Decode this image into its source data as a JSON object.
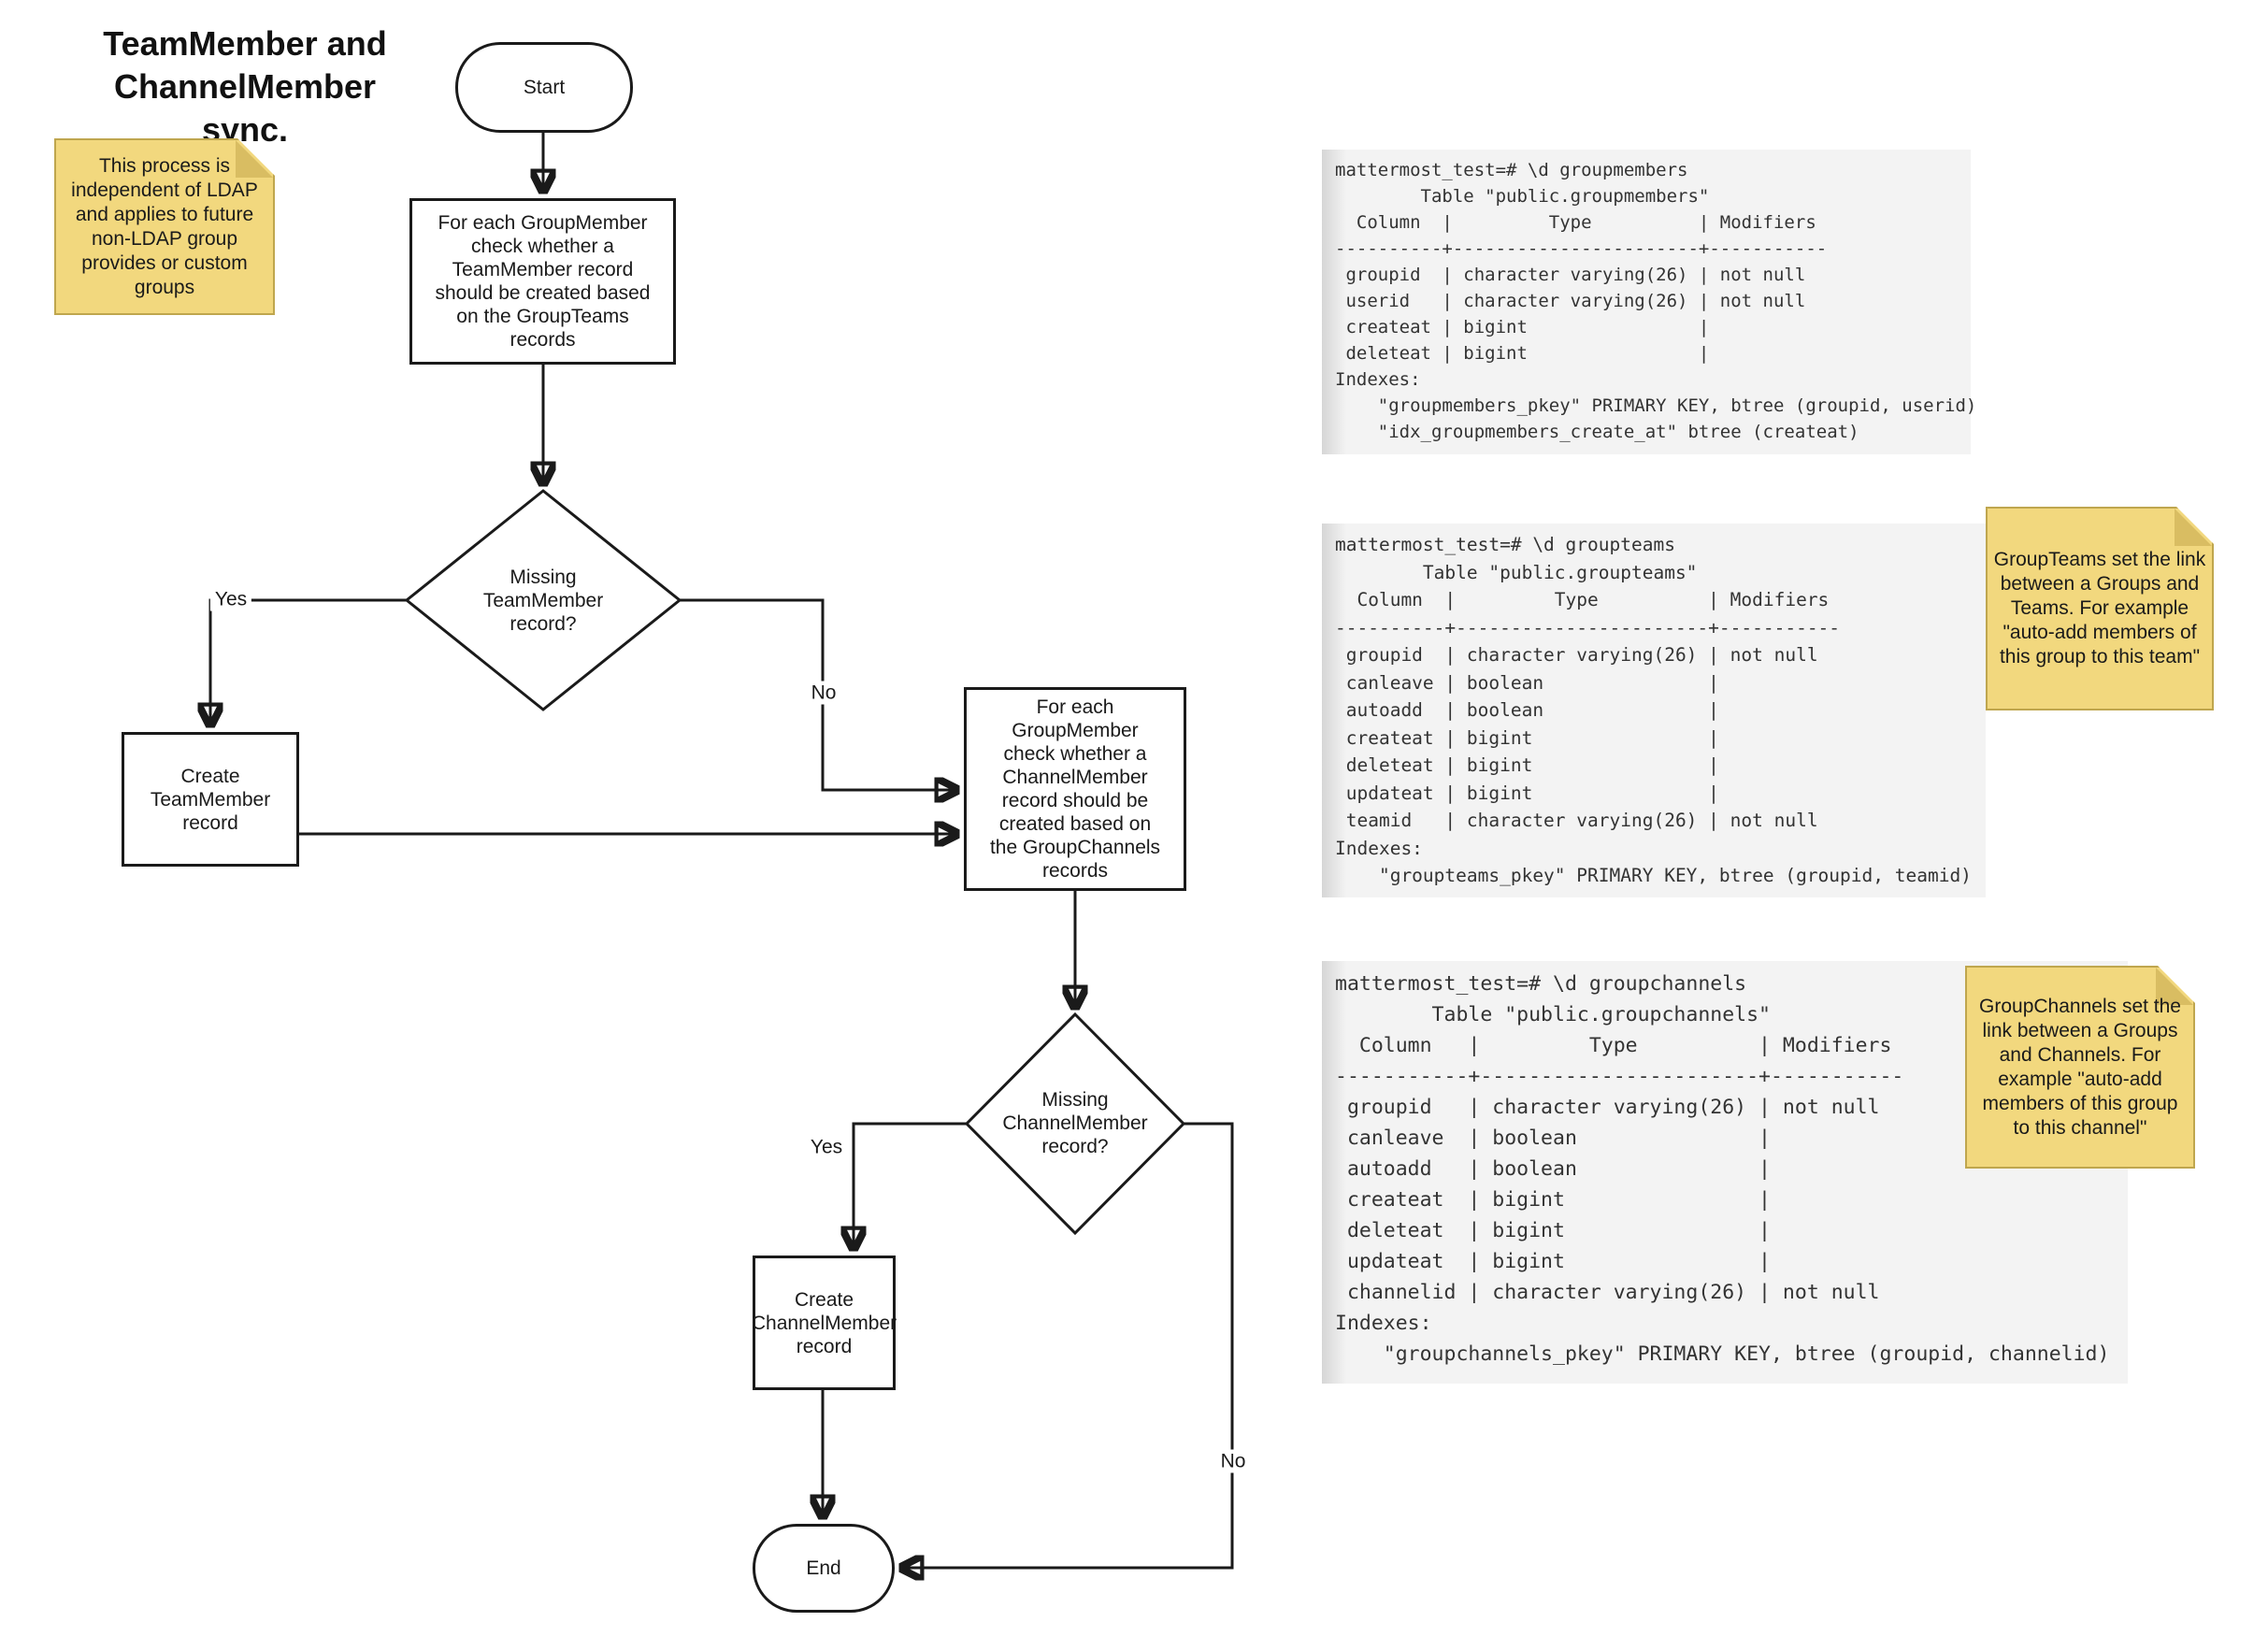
{
  "title": "TeamMember and ChannelMember sync.",
  "notes": {
    "process_note": "This process is independent of LDAP and applies to future non-LDAP group provides or custom groups",
    "groupteams_note": "GroupTeams set the link between a Groups and Teams. For example \"auto-add members of this group to this team\"",
    "groupchannels_note": "GroupChannels set the link between a Groups and Channels. For example \"auto-add members of this group to this channel\""
  },
  "flowchart": {
    "start_label": "Start",
    "end_label": "End",
    "check_teammember": "For each GroupMember check whether a TeamMember record should be created based on the GroupTeams records",
    "missing_teammember": "Missing TeamMember record?",
    "create_teammember": "Create TeamMember record",
    "check_channelmember": "For each GroupMember check whether a ChannelMember record should be created based on the GroupChannels records",
    "missing_channelmember": "Missing ChannelMember record?",
    "create_channelmember": "Create ChannelMember record",
    "labels": {
      "yes1": "Yes",
      "no1": "No",
      "yes2": "Yes",
      "no2": "No"
    }
  },
  "colors": {
    "note_fill": "#f2d87e",
    "note_fold": "#d9bd62",
    "line": "#1a1a1a",
    "code_bg": "#f3f3f3"
  },
  "code_blocks": {
    "groupmembers": {
      "lines": [
        "mattermost_test=# \\d groupmembers",
        "        Table \"public.groupmembers\"",
        "  Column  |         Type          | Modifiers",
        "----------+-----------------------+-----------",
        " groupid  | character varying(26) | not null",
        " userid   | character varying(26) | not null",
        " createat | bigint                |",
        " deleteat | bigint                |",
        "Indexes:",
        "    \"groupmembers_pkey\" PRIMARY KEY, btree (groupid, userid)",
        "    \"idx_groupmembers_create_at\" btree (createat)"
      ]
    },
    "groupteams": {
      "lines": [
        "mattermost_test=# \\d groupteams",
        "        Table \"public.groupteams\"",
        "  Column  |         Type          | Modifiers",
        "----------+-----------------------+-----------",
        " groupid  | character varying(26) | not null",
        " canleave | boolean               |",
        " autoadd  | boolean               |",
        " createat | bigint                |",
        " deleteat | bigint                |",
        " updateat | bigint                |",
        " teamid   | character varying(26) | not null",
        "Indexes:",
        "    \"groupteams_pkey\" PRIMARY KEY, btree (groupid, teamid)"
      ]
    },
    "groupchannels": {
      "lines": [
        "mattermost_test=# \\d groupchannels",
        "        Table \"public.groupchannels\"",
        "  Column   |         Type          | Modifiers",
        "-----------+-----------------------+-----------",
        " groupid   | character varying(26) | not null",
        " canleave  | boolean               |",
        " autoadd   | boolean               |",
        " createat  | bigint                |",
        " deleteat  | bigint                |",
        " updateat  | bigint                |",
        " channelid | character varying(26) | not null",
        "Indexes:",
        "    \"groupchannels_pkey\" PRIMARY KEY, btree (groupid, channelid)"
      ]
    }
  }
}
